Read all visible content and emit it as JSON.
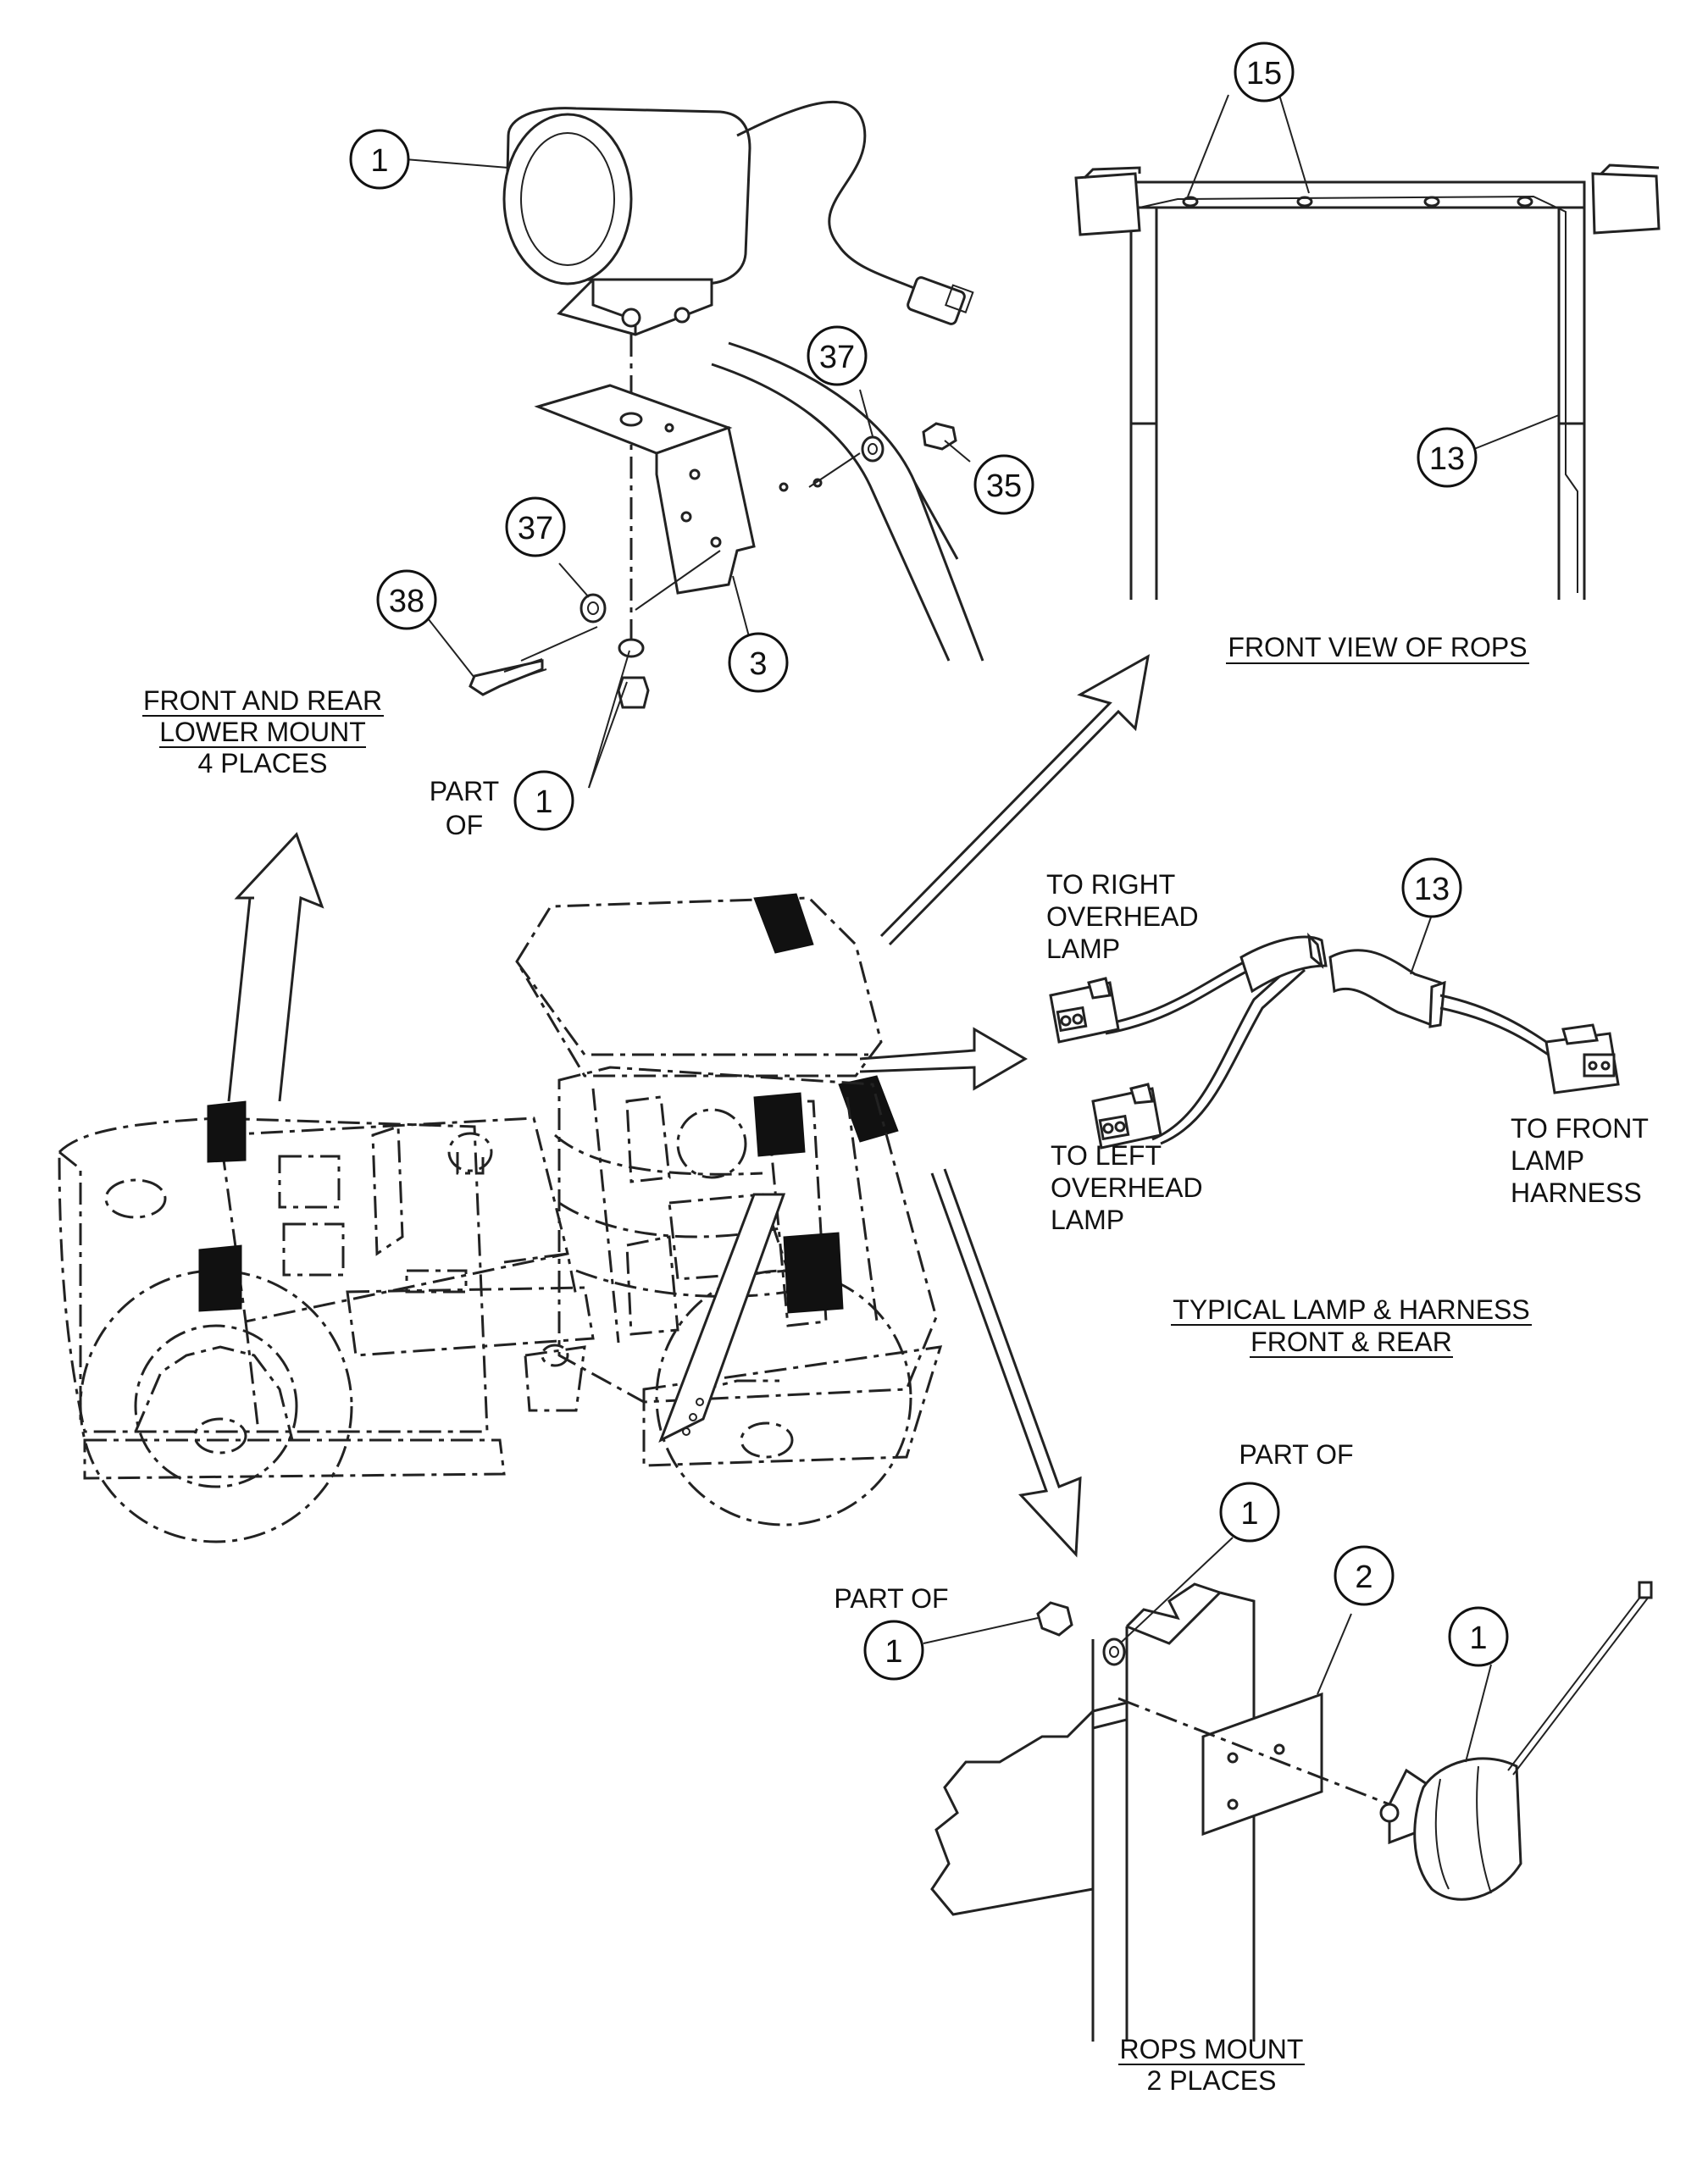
{
  "callouts": {
    "c1_top": "1",
    "c15": "15",
    "c37_right": "37",
    "c35": "35",
    "c13_rops": "13",
    "c37_left": "37",
    "c38": "38",
    "c3": "3",
    "c1_partof_left": "1",
    "c13_harness": "13",
    "c1_partof_bottom_top": "1",
    "c2": "2",
    "c1_partof_bottom_left": "1",
    "c1_bottom_lamp": "1"
  },
  "labels": {
    "front_rear_mount": [
      "FRONT AND REAR",
      "LOWER MOUNT",
      "4 PLACES"
    ],
    "part_of_left": [
      "PART",
      "OF"
    ],
    "front_view_rops": "FRONT VIEW OF ROPS",
    "to_right_overhead": [
      "TO RIGHT",
      "OVERHEAD",
      "LAMP"
    ],
    "to_left_overhead": [
      "TO LEFT",
      "OVERHEAD",
      "LAMP"
    ],
    "to_front_lamp": [
      "TO FRONT",
      "LAMP",
      "HARNESS"
    ],
    "typical_lamp": [
      "TYPICAL LAMP & HARNESS",
      "FRONT & REAR"
    ],
    "part_of_bottom_top": "PART OF",
    "part_of_bottom_left": "PART OF",
    "rops_mount": [
      "ROPS MOUNT",
      "2 PLACES"
    ]
  }
}
